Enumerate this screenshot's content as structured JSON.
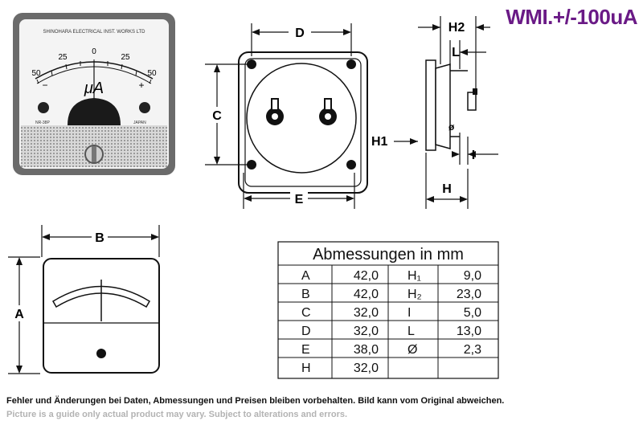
{
  "title": "WMI.+/-100uA",
  "meter_photo": {
    "maker_text": "SHINOHARA ELECTRICAL INST. WORKS LTD",
    "scale_labels": [
      "50",
      "25",
      "0",
      "25",
      "50"
    ],
    "minus_sign": "−",
    "plus_sign": "+",
    "unit": "μA",
    "model_text": "NR-38P",
    "origin_text": "JAPAN"
  },
  "dim_labels": {
    "A": "A",
    "B": "B",
    "C": "C",
    "D": "D",
    "E": "E",
    "H": "H",
    "H1": "H1",
    "H2": "H2",
    "L": "L",
    "I": "I",
    "phi": "ø"
  },
  "table": {
    "title": "Abmessungen in mm",
    "rows": [
      {
        "k1": "A",
        "v1": "42,0",
        "k2": "H₁",
        "v2": "9,0"
      },
      {
        "k1": "B",
        "v1": "42,0",
        "k2": "H₂",
        "v2": "23,0"
      },
      {
        "k1": "C",
        "v1": "32,0",
        "k2": "I",
        "v2": "5,0"
      },
      {
        "k1": "D",
        "v1": "32,0",
        "k2": "L",
        "v2": "13,0"
      },
      {
        "k1": "E",
        "v1": "38,0",
        "k2": "Ø",
        "v2": "2,3"
      },
      {
        "k1": "H",
        "v1": "32,0",
        "k2": "",
        "v2": ""
      }
    ]
  },
  "notes": {
    "de": "Fehler und Änderungen bei Daten, Abmessungen und Preisen bleiben vorbehalten. Bild kann vom Original abweichen.",
    "en": "Picture is a guide only actual product may vary. Subject to alterations and errors."
  }
}
